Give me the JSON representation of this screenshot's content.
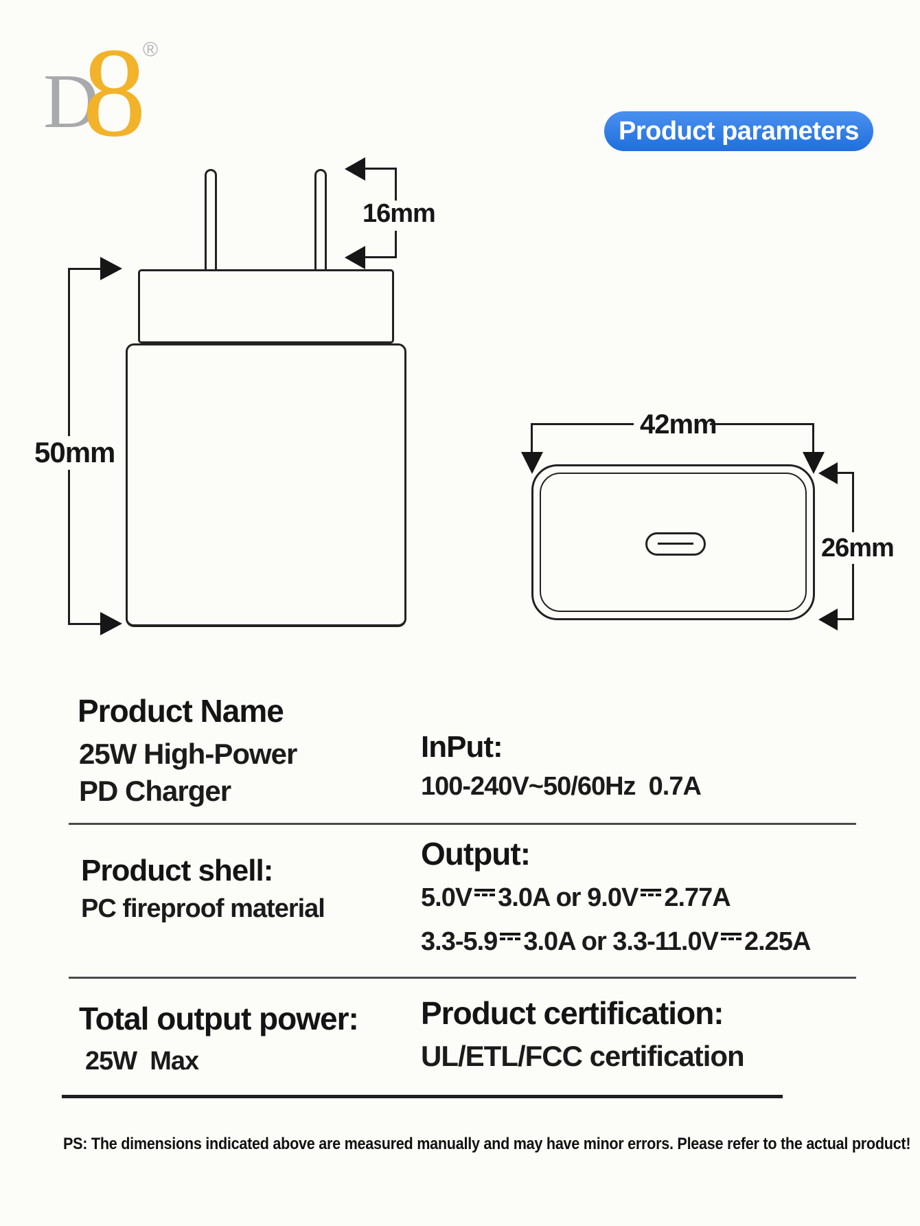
{
  "page": {
    "background": "#fcfcf9",
    "ink": "#161616"
  },
  "brand": {
    "d": "D",
    "eight": "8",
    "registered": "®",
    "d_color": "#a7a9ac",
    "eight_color": "#f2b32a"
  },
  "header": {
    "button_label": "Product parameters",
    "button_color": "#2d7be8",
    "button_text_color": "#ffffff"
  },
  "diagram": {
    "front_view": {
      "prong_gap_label": "16mm",
      "height_label": "50mm"
    },
    "top_view": {
      "width_label": "42mm",
      "depth_label": "26mm",
      "port": "usb-c"
    }
  },
  "specs": {
    "product_name": {
      "heading": "Product Name",
      "lines": [
        "25W High-Power",
        "PD Charger"
      ]
    },
    "input": {
      "heading": "InPut:",
      "value": "100-240V~50/60Hz  0.7A"
    },
    "shell": {
      "heading": "Product shell:",
      "value": "PC fireproof material"
    },
    "output": {
      "heading": "Output:",
      "line1": [
        {
          "t": "5.0V"
        },
        {
          "dc": true
        },
        {
          "t": "3.0A or 9.0V"
        },
        {
          "dc": true
        },
        {
          "t": "2.77A"
        }
      ],
      "line2": [
        {
          "t": "3.3-5.9"
        },
        {
          "dc": true
        },
        {
          "t": "3.0A or 3.3-11.0V"
        },
        {
          "dc": true
        },
        {
          "t": "2.25A"
        }
      ]
    },
    "total_power": {
      "heading": "Total output power:",
      "value": "25W  Max"
    },
    "certification": {
      "heading": "Product certification:",
      "value": "UL/ETL/FCC certification"
    }
  },
  "footnote": "PS: The dimensions indicated above are measured manually and may have minor errors. Please refer to the actual product!"
}
